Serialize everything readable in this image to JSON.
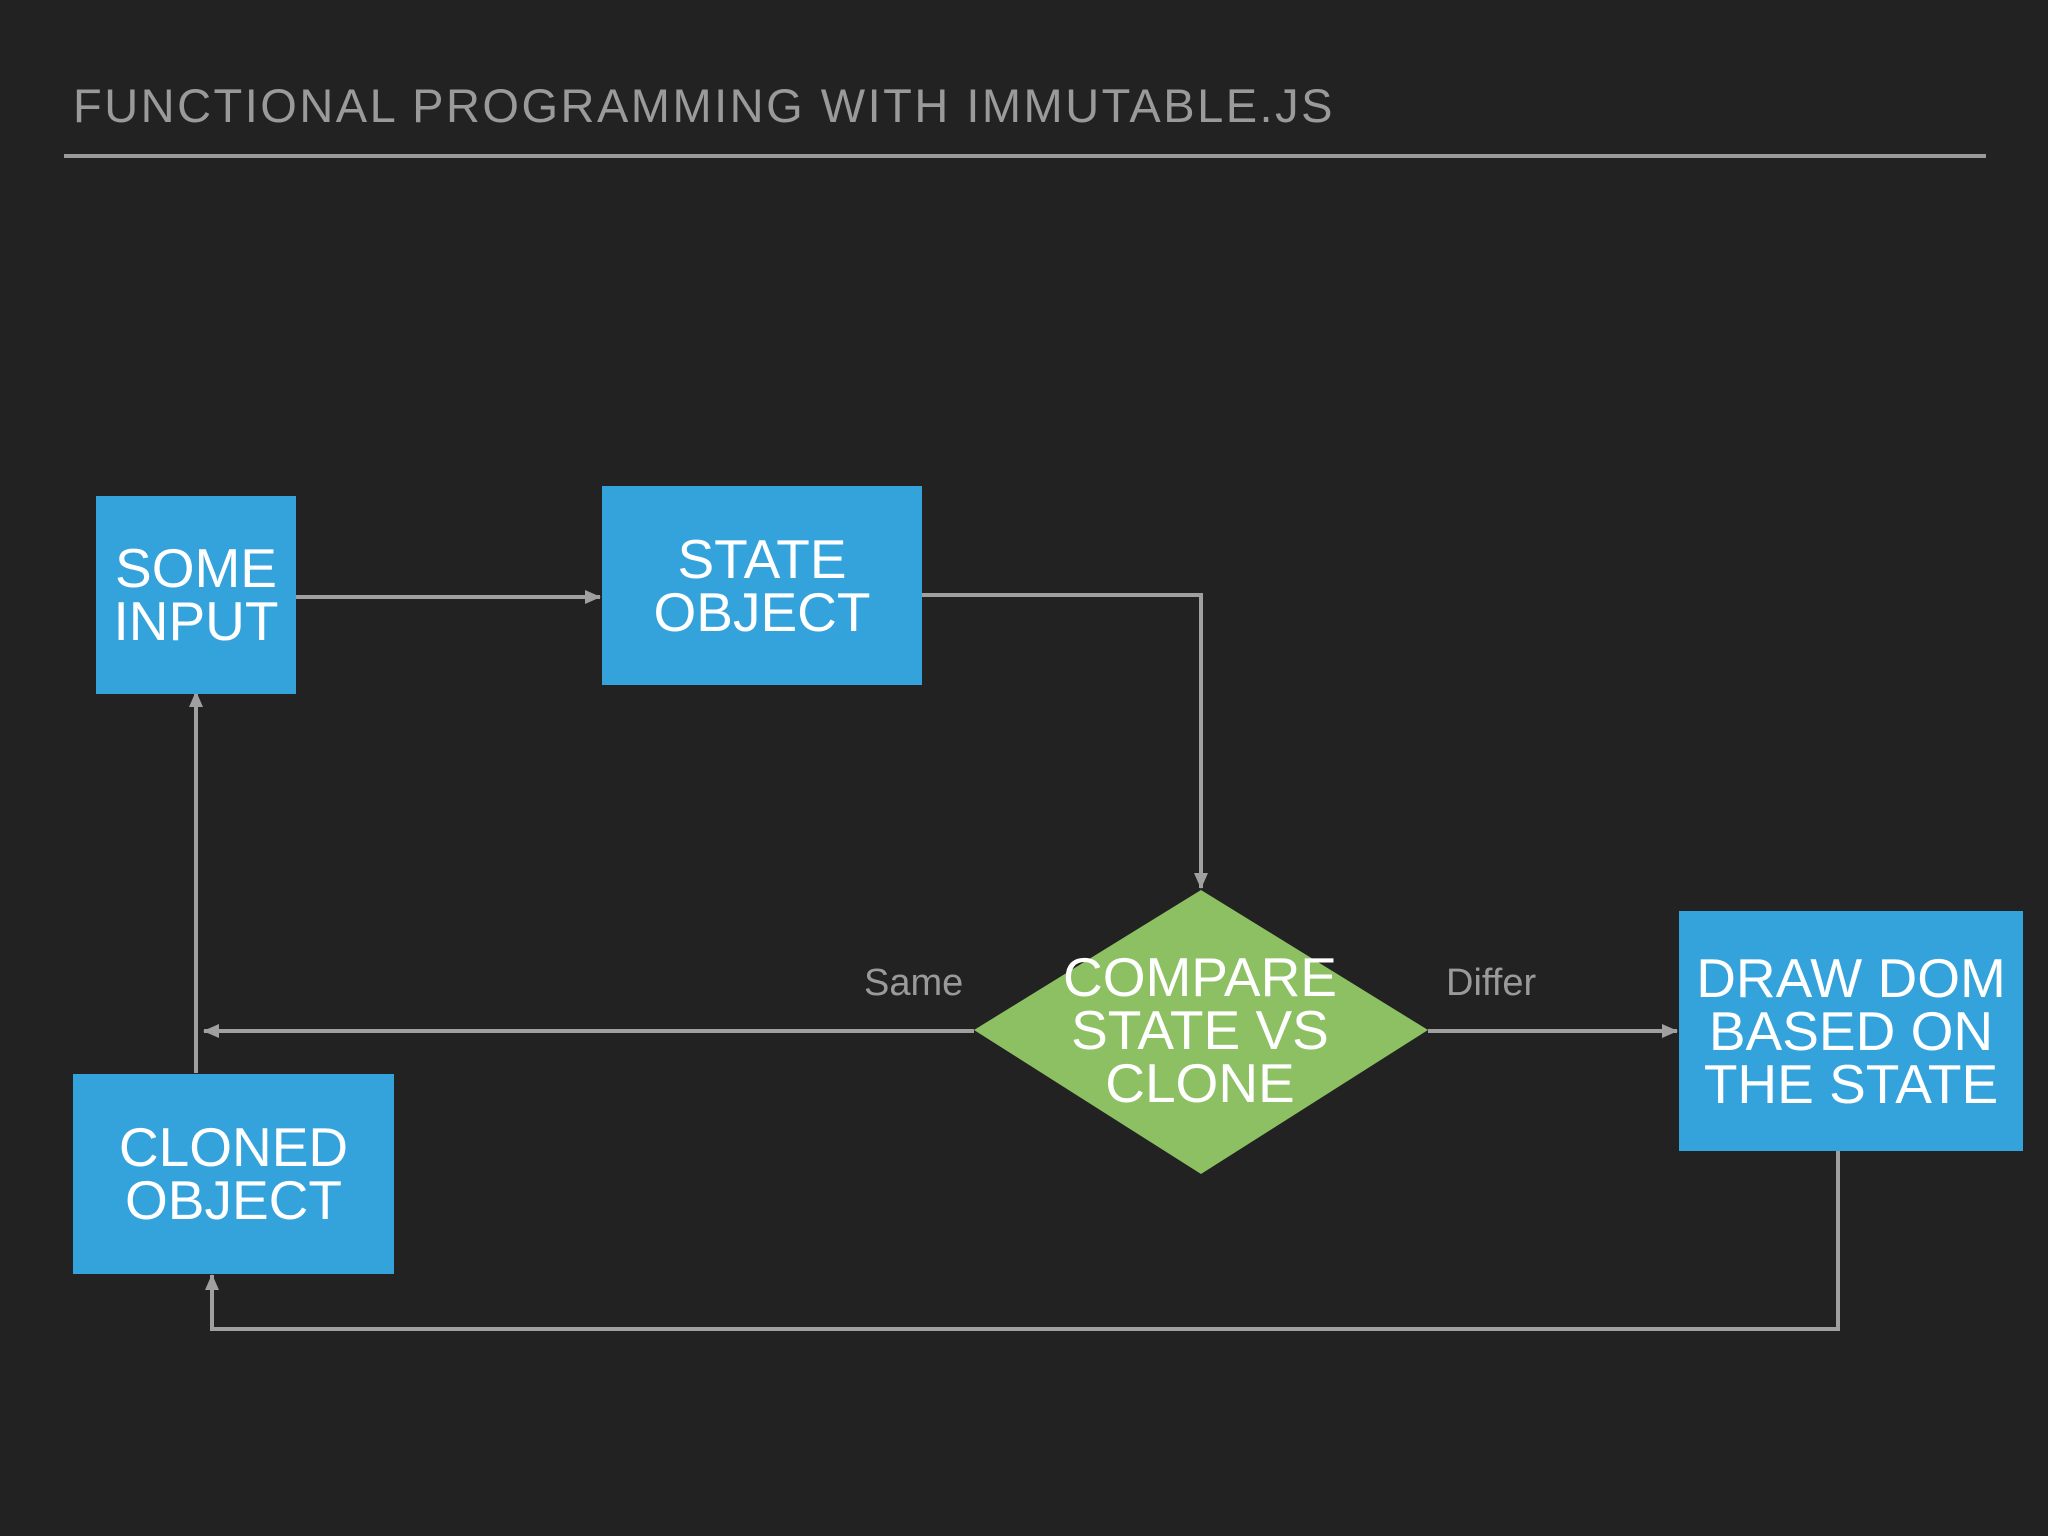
{
  "slide": {
    "title": "FUNCTIONAL PROGRAMMING WITH IMMUTABLE.JS"
  },
  "colors": {
    "background": "#222222",
    "box_fill": "#34a3db",
    "decision_fill": "#8dc063",
    "connector": "#a0a0a0",
    "title_text": "#9a9a9a",
    "node_text": "#ffffff"
  },
  "nodes": {
    "some_input": "SOME\nINPUT",
    "state_object": "STATE\nOBJECT",
    "compare": "COMPARE\nSTATE VS\nCLONE",
    "draw_dom": "DRAW DOM\nBASED ON\nTHE STATE",
    "cloned_object": "CLONED\nOBJECT"
  },
  "edges": {
    "same_label": "Same",
    "differ_label": "Differ"
  }
}
